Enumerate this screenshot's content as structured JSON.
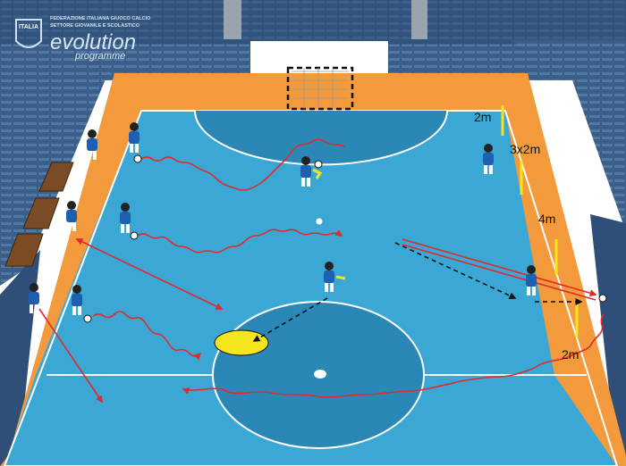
{
  "logo": {
    "shield_text": "ITALIA",
    "federation": "FEDERAZIONE ITALIANA GIUOCO CALCIO",
    "sector": "SETTORE GIOVANILE E SCOLASTICO",
    "brand": "evolution",
    "brand_sub": "programme"
  },
  "measures": {
    "top": "2m",
    "cones": "3x2m",
    "mid": "4m",
    "bottom": "2m"
  },
  "colors": {
    "court": "#3aa7d4",
    "border": "#f39a3d",
    "stands": "#2f4f78",
    "dribble": "#e32a2a",
    "pass": "#111111",
    "cone": "#f5e51e",
    "player": "#1d5fb0"
  }
}
